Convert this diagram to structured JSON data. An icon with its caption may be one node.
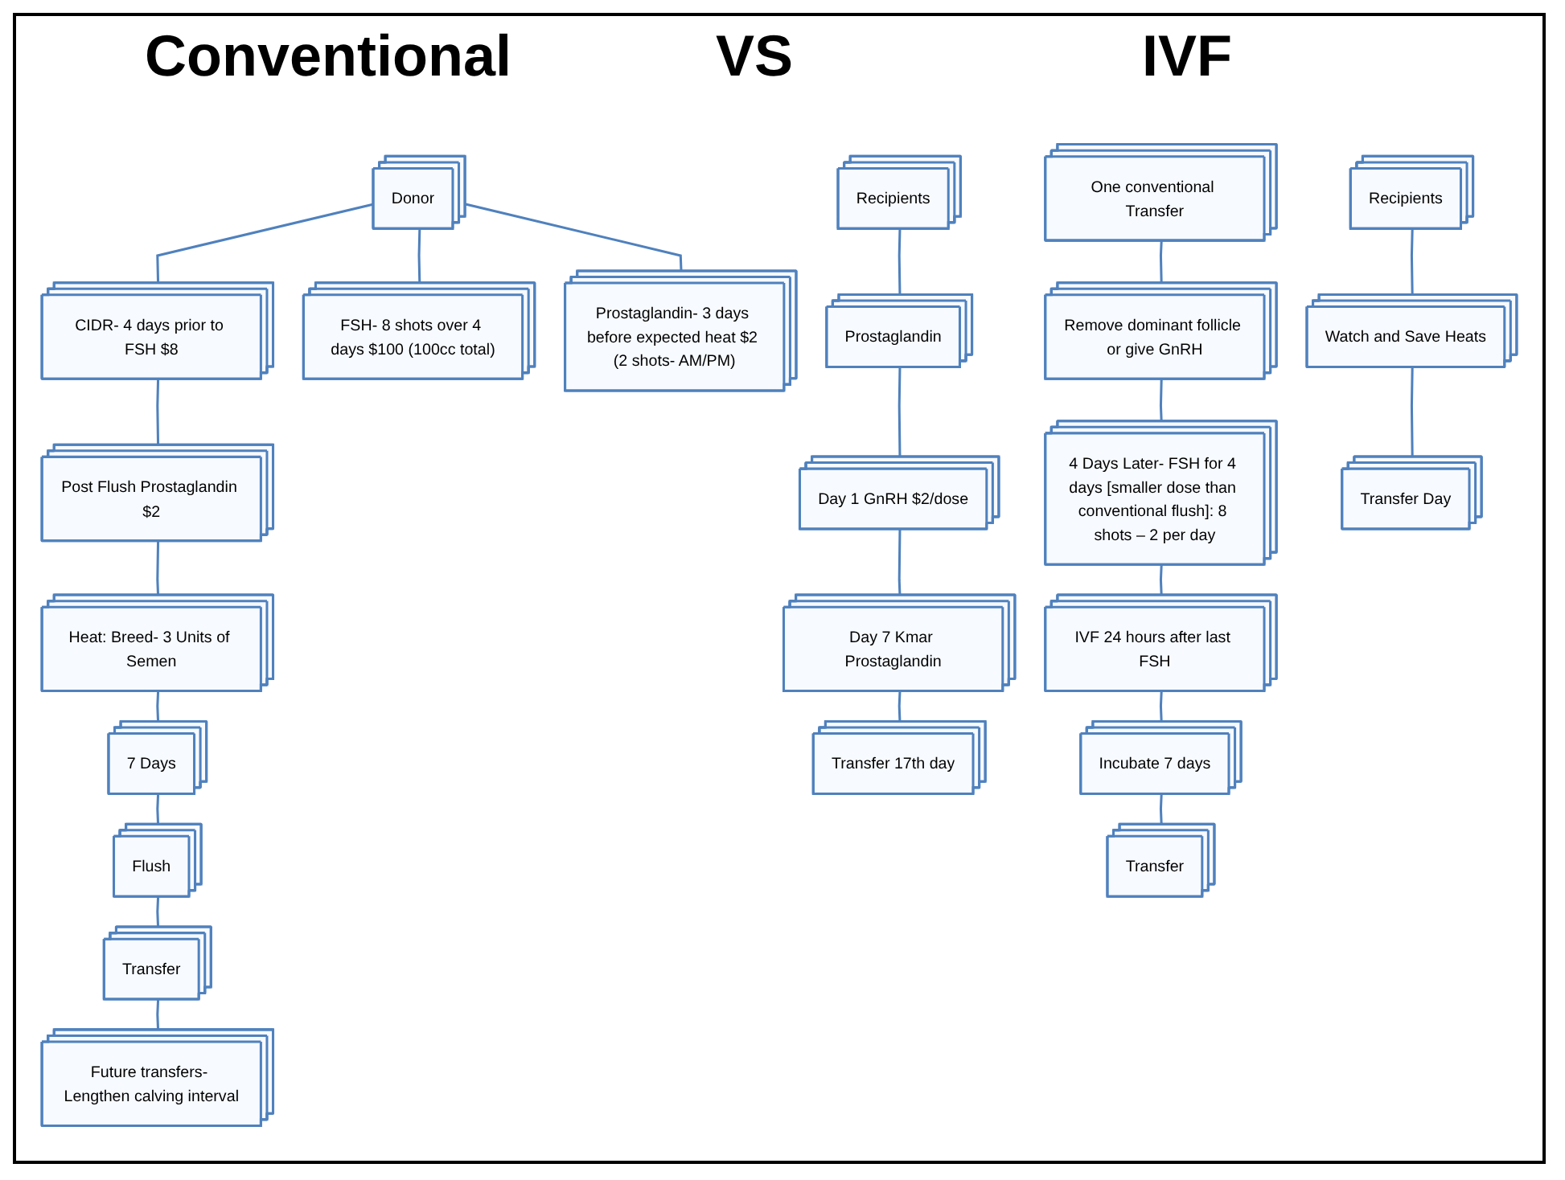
{
  "diagram": {
    "nodes": [
      {
        "text": [
          "Donor"
        ]
      },
      {
        "text": [
          "CIDR- 4 days prior to FSH $8"
        ]
      },
      {
        "text": [
          "FSH- 8 shots over 4 days $100 (100cc total)"
        ]
      },
      {
        "text": [
          "Prostaglandin- 3 days before expected heat $2 (2 shots- AM/PM)"
        ]
      },
      {
        "text": [
          "Post Flush Prostaglandin $2"
        ]
      },
      {
        "text": [
          "Heat: Breed- 3 Units of Semen"
        ]
      },
      {
        "text": [
          "7 Days"
        ]
      },
      {
        "text": [
          "Flush"
        ]
      },
      {
        "text": [
          "Transfer"
        ]
      },
      {
        "text": [
          "Future transfers- Lengthen calving interval"
        ]
      },
      {
        "text": [
          "Recipients"
        ]
      },
      {
        "text": [
          "Prostaglandin"
        ]
      },
      {
        "text": [
          "Day 1 GnRH $2/dose"
        ]
      },
      {
        "text": [
          "Day 7 Kmar Prostaglandin"
        ]
      },
      {
        "text": [
          "Transfer 17th day"
        ]
      },
      {
        "text": [
          "One conventional Transfer"
        ]
      },
      {
        "text": [
          "Remove dominant follicle or give GnRH"
        ]
      },
      {
        "text": [
          "4 Days Later- FSH for 4 days [smaller dose than conventional flush]: 8 shots – 2 per day"
        ]
      },
      {
        "text": [
          "IVF 24 hours after last FSH"
        ]
      },
      {
        "text": [
          "Incubate 7 days"
        ]
      },
      {
        "text": [
          "Transfer"
        ]
      },
      {
        "text": [
          "Recipients"
        ]
      },
      {
        "text": [
          "Watch and Save Heats"
        ]
      },
      {
        "text": [
          "Transfer Day"
        ]
      }
    ],
    "edges": [
      {
        "from": 0,
        "to": 1,
        "arrow": "none"
      },
      {
        "from": 0,
        "to": 2,
        "arrow": "none"
      },
      {
        "from": 0,
        "to": 3,
        "arrow": "none"
      },
      {
        "from": 1,
        "to": 4,
        "arrow": "none"
      },
      {
        "from": 4,
        "to": 5,
        "arrow": "none"
      },
      {
        "from": 5,
        "to": 6,
        "arrow": "none"
      },
      {
        "from": 6,
        "to": 7,
        "arrow": "none"
      },
      {
        "from": 7,
        "to": 8,
        "arrow": "none"
      },
      {
        "from": 8,
        "to": 9,
        "arrow": "none"
      },
      {
        "from": 10,
        "to": 11,
        "arrow": "none"
      },
      {
        "from": 11,
        "to": 12,
        "arrow": "none"
      },
      {
        "from": 12,
        "to": 13,
        "arrow": "none"
      },
      {
        "from": 13,
        "to": 14,
        "arrow": "none"
      },
      {
        "from": 15,
        "to": 16,
        "arrow": "none"
      },
      {
        "from": 16,
        "to": 17,
        "arrow": "none"
      },
      {
        "from": 17,
        "to": 18,
        "arrow": "none"
      },
      {
        "from": 18,
        "to": 19,
        "arrow": "none"
      },
      {
        "from": 19,
        "to": 20,
        "arrow": "none"
      },
      {
        "from": 21,
        "to": 22,
        "arrow": "none"
      },
      {
        "from": 22,
        "to": 23,
        "arrow": "none"
      }
    ],
    "labels": [
      "Conventional",
      "VS",
      "IVF"
    ]
  }
}
